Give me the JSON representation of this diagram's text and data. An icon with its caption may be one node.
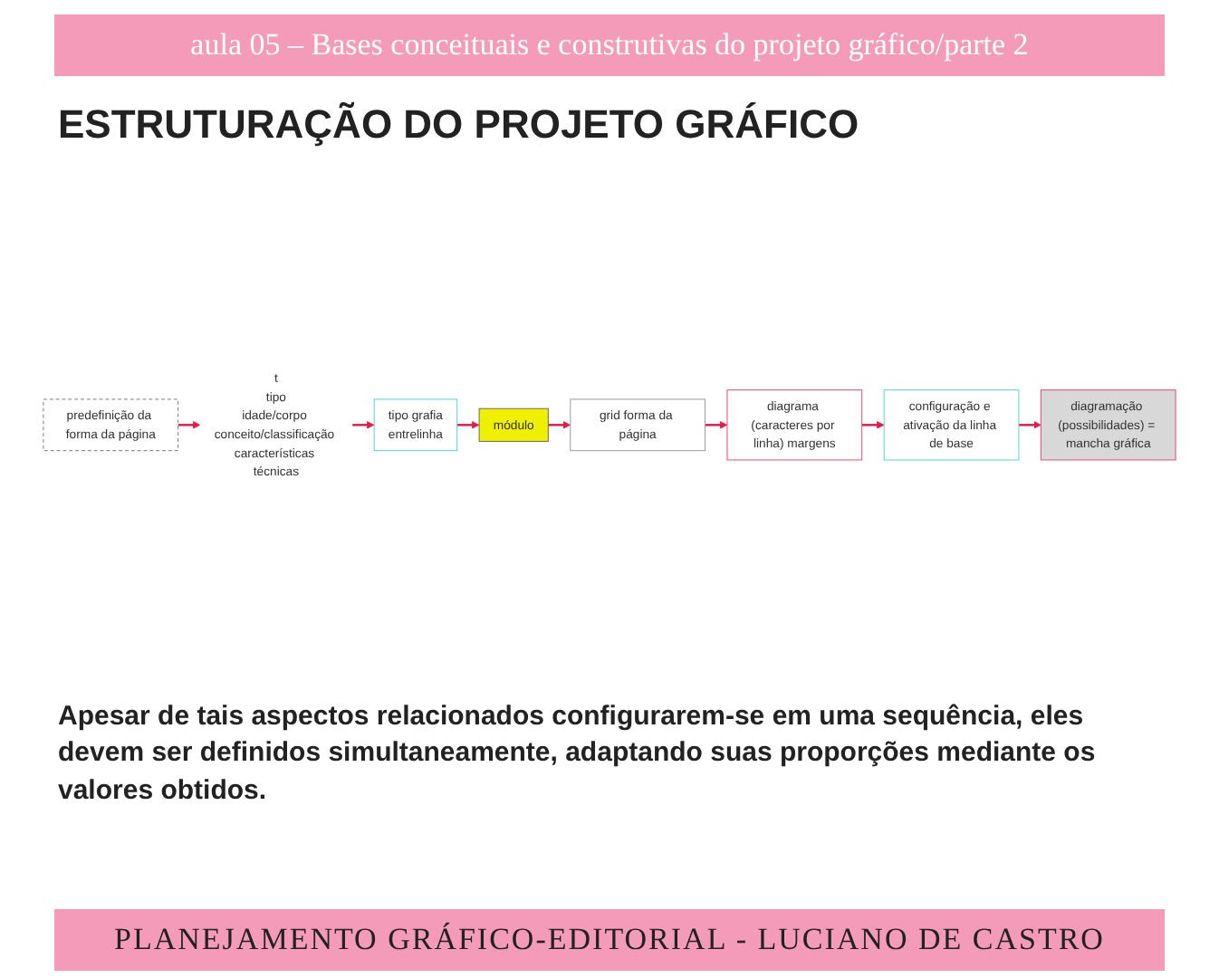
{
  "diagram": {
    "title": "ESTRUTURAÇÃO DO PROJETO GRÁFICO",
    "caption": "Apesar de tais aspectos relacionados configurarem-se em uma sequência, eles devem ser definidos simultaneamente, adaptando suas proporções mediante os valores obtidos.",
    "nodes": [
      {
        "text": [
          "predefinição da forma da página"
        ]
      },
      {
        "text": [
          "t",
          "tipo",
          "idade/corpo conceito/classificação características técnicas"
        ]
      },
      {
        "text": [
          "tipo grafia",
          "entrelinha"
        ]
      },
      {
        "text": [
          "módulo"
        ]
      },
      {
        "text": [
          "grid forma da página"
        ]
      },
      {
        "text": [
          "diagrama (caracteres por linha) margens"
        ]
      },
      {
        "text": [
          "configuração e ativação da linha de base"
        ]
      },
      {
        "text": [
          "diagramação (possibilidades) = mancha gráfica"
        ]
      }
    ],
    "edges": [
      {
        "from": 0,
        "to": 1,
        "arrow": "to"
      },
      {
        "from": 1,
        "to": 2,
        "arrow": "to"
      },
      {
        "from": 2,
        "to": 3,
        "arrow": "to"
      },
      {
        "from": 3,
        "to": 4,
        "arrow": "to"
      },
      {
        "from": 4,
        "to": 5,
        "arrow": "to"
      },
      {
        "from": 5,
        "to": 6,
        "arrow": "to"
      },
      {
        "from": 6,
        "to": 7,
        "arrow": "to"
      }
    ],
    "labels": [
      "aula 05 – Bases conceituais e construtivas do projeto gráfico/parte 2",
      "PLANEJAMENTO GRÁFICO-EDITORIAL  -  LUCIANO DE CASTRO"
    ]
  }
}
